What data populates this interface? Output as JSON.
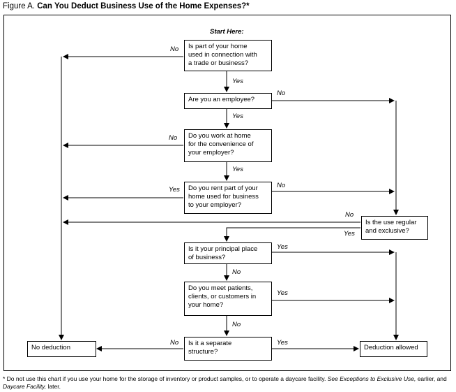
{
  "title": {
    "prefix": "Figure A.",
    "main": "Can You Deduct Business Use of the Home Expenses?*"
  },
  "start_label": "Start Here:",
  "boxes": {
    "q1": "Is part of your home\nused in connection with\na trade or business?",
    "q2": "Are you an employee?",
    "q3": "Do you work at home\nfor the convenience of\nyour employer?",
    "q4": "Do you rent part of your\nhome used for business\nto your employer?",
    "q5": "Is the use regular\nand exclusive?",
    "q6": "Is it your principal place\nof business?",
    "q7": "Do you meet patients,\nclients, or customers in\nyour home?",
    "q8": "Is it a separate\nstructure?",
    "no_deduction": "No deduction",
    "deduction_allowed": "Deduction allowed"
  },
  "labels": {
    "yes": "Yes",
    "no": "No"
  },
  "footnote": {
    "part1": "* Do not use this chart if you use your home for the storage of inventory or product samples, or to operate a daycare facility. ",
    "see": "See Exceptions to Exclusive Use,",
    "part2": " earlier, and ",
    "daycare": "Daycare Facility,",
    "part3": " later."
  }
}
